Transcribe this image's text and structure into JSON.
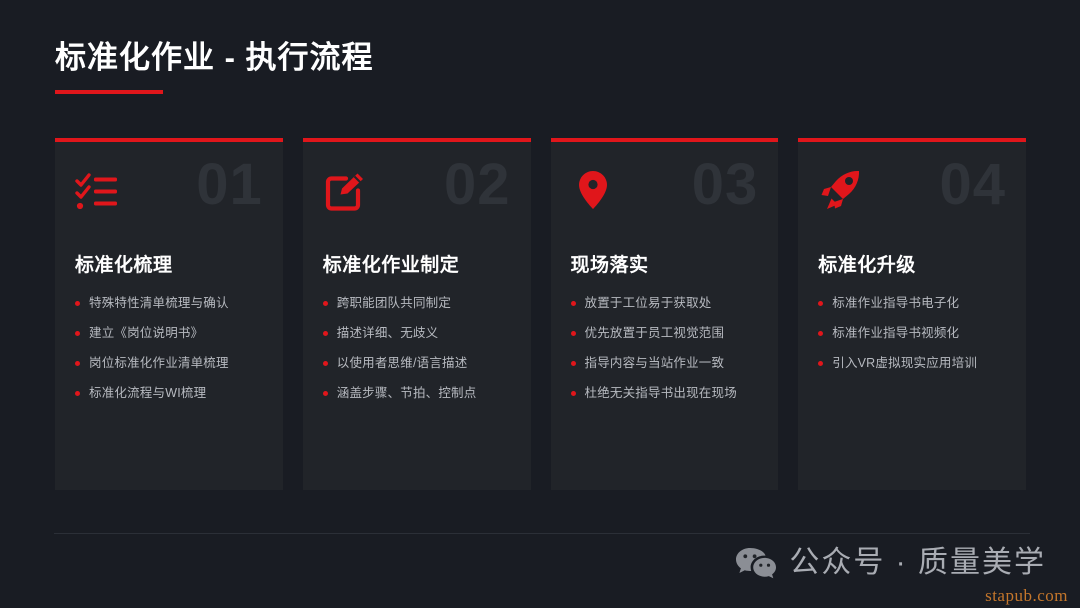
{
  "slide": {
    "title": "标准化作业 - 执行流程",
    "accent_color": "#e0161b",
    "background_color": "#191c23",
    "card_background_color": "#212429",
    "number_color": "#2f3339"
  },
  "cards": [
    {
      "number": "01",
      "icon": "checklist-icon",
      "title": "标准化梳理",
      "items": [
        "特殊特性清单梳理与确认",
        "建立《岗位说明书》",
        "岗位标准化作业清单梳理",
        "标准化流程与WI梳理"
      ]
    },
    {
      "number": "02",
      "icon": "edit-square-icon",
      "title": "标准化作业制定",
      "items": [
        "跨职能团队共同制定",
        "描述详细、无歧义",
        "以使用者思维/语言描述",
        "涵盖步骤、节拍、控制点"
      ]
    },
    {
      "number": "03",
      "icon": "map-pin-icon",
      "title": "现场落实",
      "items": [
        "放置于工位易于获取处",
        "优先放置于员工视觉范围",
        "指导内容与当站作业一致",
        "杜绝无关指导书出现在现场"
      ]
    },
    {
      "number": "04",
      "icon": "rocket-icon",
      "title": "标准化升级",
      "items": [
        "标准作业指导书电子化",
        "标准作业指导书视频化",
        "引入VR虚拟现实应用培训"
      ]
    }
  ],
  "footer": {
    "icon": "wechat-icon",
    "brand": "公众号 · 质量美学",
    "watermark": "stapub.com",
    "watermark_color": "#c4762b"
  }
}
